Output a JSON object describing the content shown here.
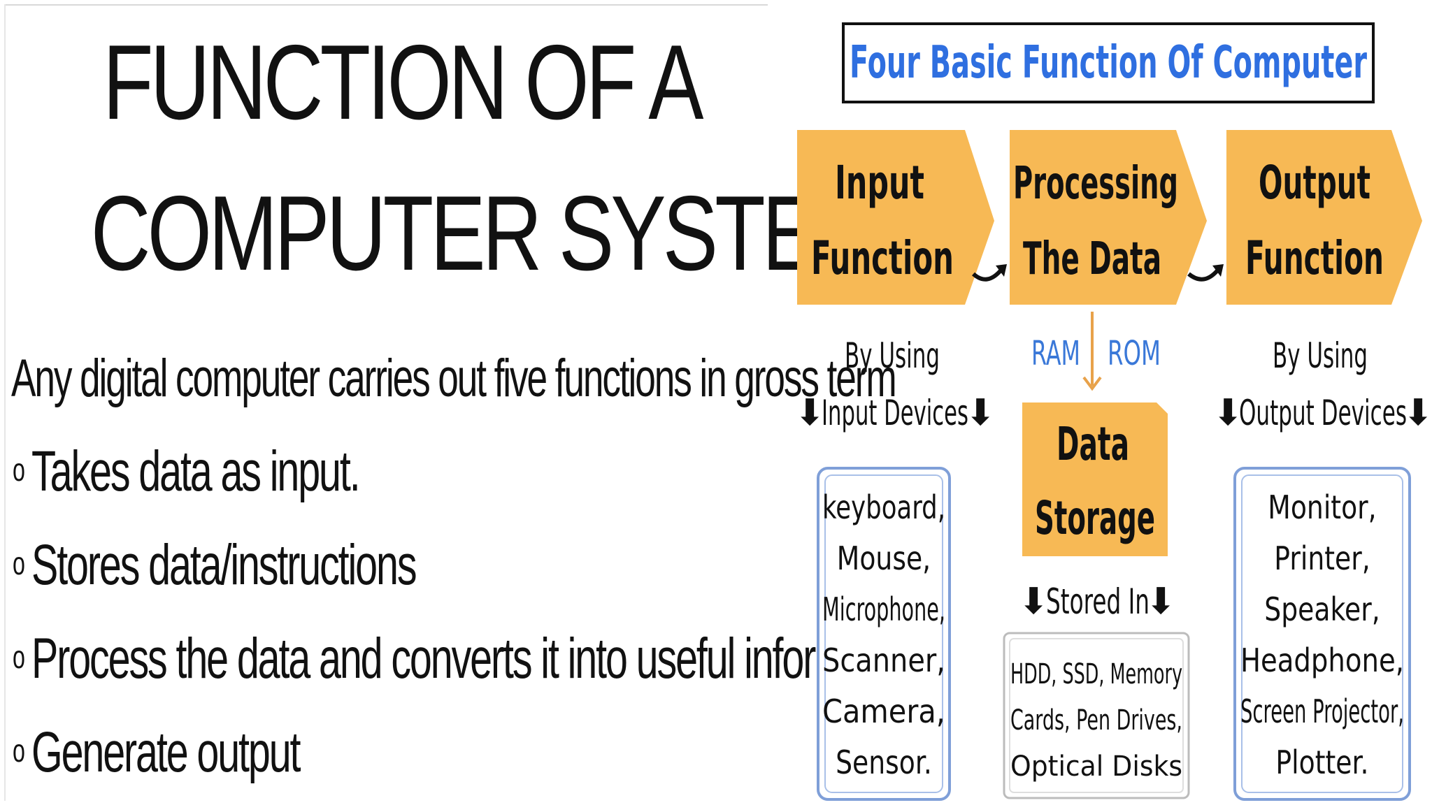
{
  "slide": {
    "title_line1": "FUNCTION OF A",
    "title_line2": "COMPUTER SYSTEM",
    "intro": "Any digital computer carries out five functions in gross term",
    "bullet_mark": "o",
    "bullets": [
      "Takes data as input.",
      "Stores data/instructions",
      "Process the data and converts it into useful information",
      "Generate output"
    ]
  },
  "diagram": {
    "title": "Four Basic Function Of Computer",
    "input": {
      "line1": "Input",
      "line2": "Function"
    },
    "processing": {
      "line1": "Processing",
      "line2": "The Data"
    },
    "output": {
      "line1": "Output",
      "line2": "Function"
    },
    "storage": {
      "line1": "Data",
      "line2": "Storage"
    },
    "ram": "RAM",
    "rom": "ROM",
    "input_by": "By Using",
    "input_devices_label": "Input Devices",
    "output_by": "By Using",
    "output_devices_label": "Output Devices",
    "stored_in": "Stored In",
    "down_arrow_glyph": "⬇",
    "input_devices": [
      "keyboard,",
      "Mouse,",
      "Microphone,",
      "Scanner,",
      "Camera,",
      "Sensor."
    ],
    "output_devices": [
      "Monitor,",
      "Printer,",
      "Speaker,",
      "Headphone,",
      "Screen Projector,",
      "Plotter."
    ],
    "storage_media": [
      "HDD, SSD, Memory",
      "Cards, Pen Drives,",
      "Optical Disks"
    ]
  },
  "colors": {
    "chevron_fill": "#f7b955",
    "title_blue": "#2f6fe0",
    "ram_rom_blue": "#3a78d8",
    "frame_blue": "#7f9fd8",
    "connector_orange": "#e8a24a"
  }
}
